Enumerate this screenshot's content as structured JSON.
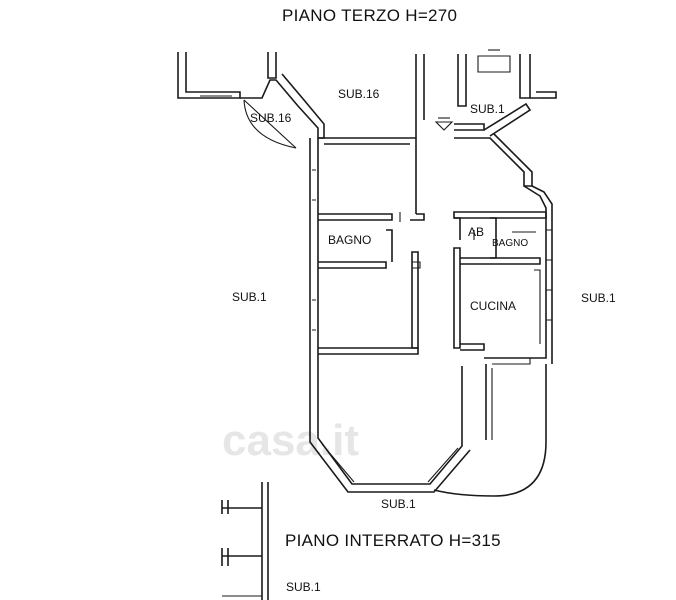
{
  "plan": {
    "title_top": "PIANO TERZO H=270",
    "title_bottom": "PIANO INTERRATO H=315",
    "watermark": "casa.it",
    "labels": {
      "sub16_upper": "SUB.16",
      "sub16_lower": "SUB.16",
      "sub1_top": "SUB.1",
      "sub1_left": "SUB.1",
      "sub1_right": "SUB.1",
      "sub1_bottom": "SUB.1",
      "sub1_basement": "SUB.1",
      "bagno_left": "BAGNO",
      "ab": "AB",
      "bagno_right": "BAGNO",
      "cucina": "CUCINA"
    }
  }
}
